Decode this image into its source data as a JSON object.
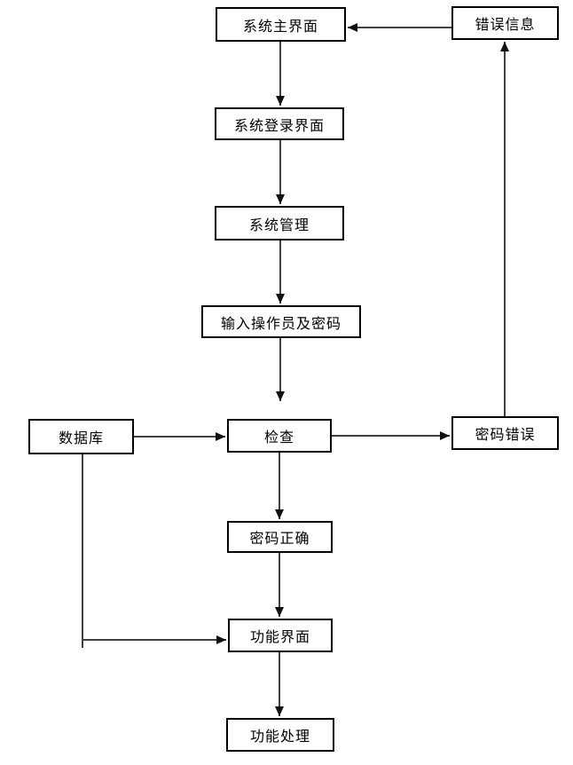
{
  "diagram": {
    "type": "flowchart",
    "background": "#ffffff",
    "colors": {
      "line": "#404040",
      "arrowhead": "#111111",
      "box_border": "#000000",
      "box_fill": "#ffffff",
      "text": "#000000"
    },
    "nodes": [
      {
        "id": "system-main",
        "label": "系统主界面"
      },
      {
        "id": "error-info",
        "label": "错误信息"
      },
      {
        "id": "system-login",
        "label": "系统登录界面"
      },
      {
        "id": "system-management",
        "label": "系统管理"
      },
      {
        "id": "input-operator-password",
        "label": "输入操作员及密码"
      },
      {
        "id": "database",
        "label": "数据库"
      },
      {
        "id": "check",
        "label": "检查"
      },
      {
        "id": "password-wrong",
        "label": "密码错误"
      },
      {
        "id": "password-correct",
        "label": "密码正确"
      },
      {
        "id": "function-ui",
        "label": "功能界面"
      },
      {
        "id": "function-process",
        "label": "功能处理"
      }
    ],
    "edges": [
      {
        "from": "system-main",
        "to": "system-login"
      },
      {
        "from": "system-login",
        "to": "system-management"
      },
      {
        "from": "system-management",
        "to": "input-operator-password"
      },
      {
        "from": "input-operator-password",
        "to": "check"
      },
      {
        "from": "database",
        "to": "check"
      },
      {
        "from": "check",
        "to": "password-wrong"
      },
      {
        "from": "check",
        "to": "password-correct"
      },
      {
        "from": "password-correct",
        "to": "function-ui"
      },
      {
        "from": "function-ui",
        "to": "function-process"
      },
      {
        "from": "password-wrong",
        "to": "error-info"
      },
      {
        "from": "error-info",
        "to": "system-main"
      },
      {
        "from": "database",
        "to": "function-ui"
      }
    ]
  }
}
